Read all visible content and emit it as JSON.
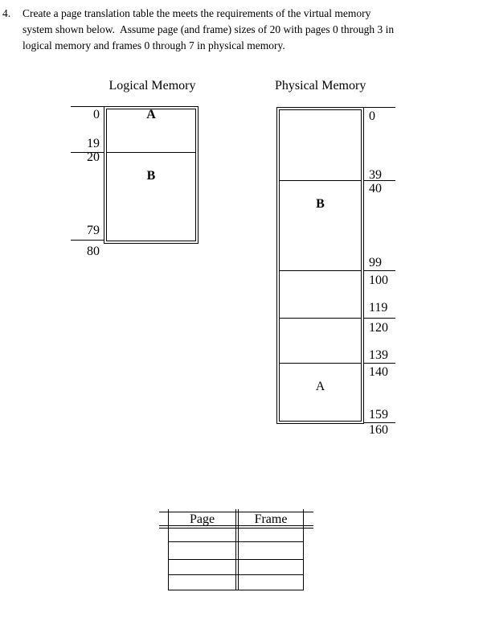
{
  "question": {
    "number": "4.",
    "lines": [
      "Create a page translation table the meets the requirements of the virtual memory",
      "system shown below.  Assume page (and frame) sizes of 20 with pages 0 through 3 in",
      "logical memory and frames 0 through 7 in physical memory."
    ]
  },
  "logical_memory": {
    "title": "Logical Memory",
    "segments": [
      "A",
      "B"
    ],
    "address_labels": [
      "0",
      "19",
      "20",
      "79",
      "80"
    ]
  },
  "physical_memory": {
    "title": "Physical Memory",
    "segments": [
      "B",
      "A"
    ],
    "address_labels": [
      "0",
      "39",
      "40",
      "99",
      "100",
      "119",
      "120",
      "139",
      "140",
      "159",
      "160"
    ]
  },
  "translation_table": {
    "headers": [
      "Page",
      "Frame"
    ],
    "rows": [
      [
        "",
        ""
      ],
      [
        "",
        ""
      ],
      [
        "",
        ""
      ],
      [
        "",
        ""
      ]
    ]
  },
  "colors": {
    "ink": "#000000",
    "paper": "#ffffff"
  }
}
